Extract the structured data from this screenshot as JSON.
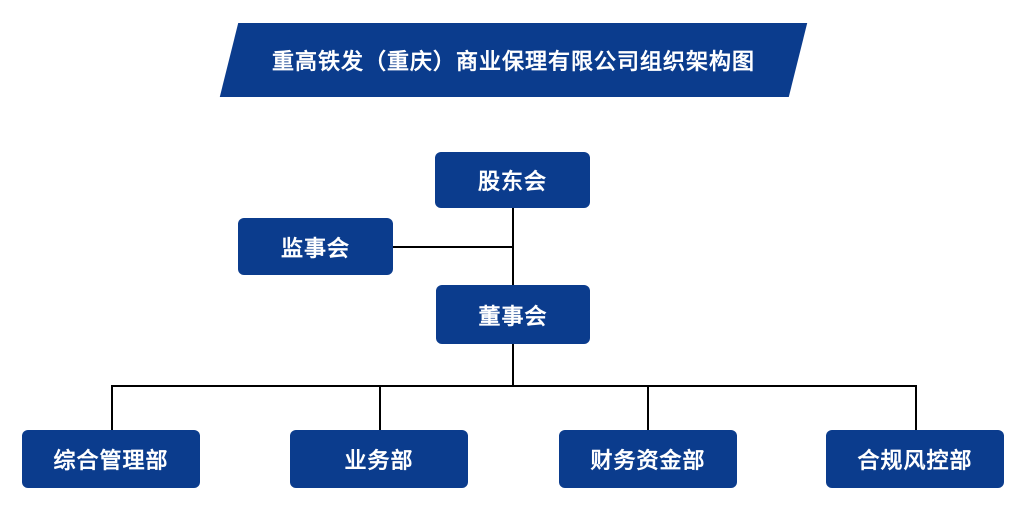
{
  "colors": {
    "accent": "#0b3c8d",
    "line": "#000000",
    "text_on_accent": "#ffffff",
    "background": "#ffffff"
  },
  "title": {
    "text": "重高铁发（重庆）商业保理有限公司组织架构图"
  },
  "nodes": {
    "shareholders": {
      "label": "股东会"
    },
    "supervisory": {
      "label": "监事会"
    },
    "board": {
      "label": "董事会"
    },
    "departments": [
      {
        "label": "综合管理部"
      },
      {
        "label": "业务部"
      },
      {
        "label": "财务资金部"
      },
      {
        "label": "合规风控部"
      }
    ]
  }
}
